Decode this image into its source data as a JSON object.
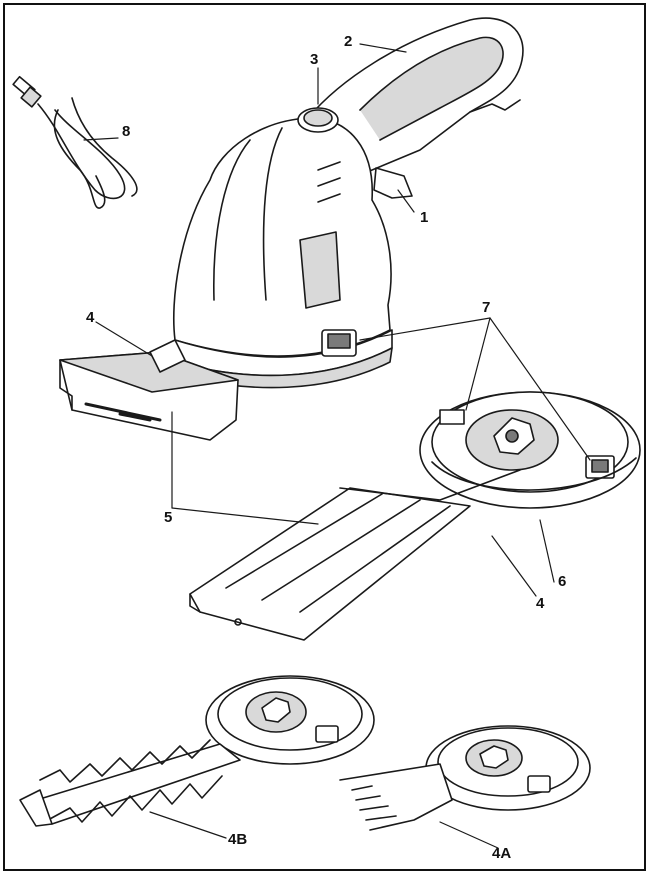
{
  "diagram": {
    "callouts": [
      {
        "id": "1",
        "text": "1"
      },
      {
        "id": "2",
        "text": "2"
      },
      {
        "id": "3",
        "text": "3"
      },
      {
        "id": "4a",
        "text": "4"
      },
      {
        "id": "4b",
        "text": "4"
      },
      {
        "id": "5",
        "text": "5"
      },
      {
        "id": "6",
        "text": "6"
      },
      {
        "id": "7",
        "text": "7"
      },
      {
        "id": "8",
        "text": "8"
      },
      {
        "id": "4B",
        "text": "4B"
      },
      {
        "id": "4A",
        "text": "4A"
      }
    ],
    "colors": {
      "line": "#1a1a1a",
      "fill": "#ffffff",
      "shade": "#d9d9d9",
      "dark": "#7a7a7a"
    }
  }
}
